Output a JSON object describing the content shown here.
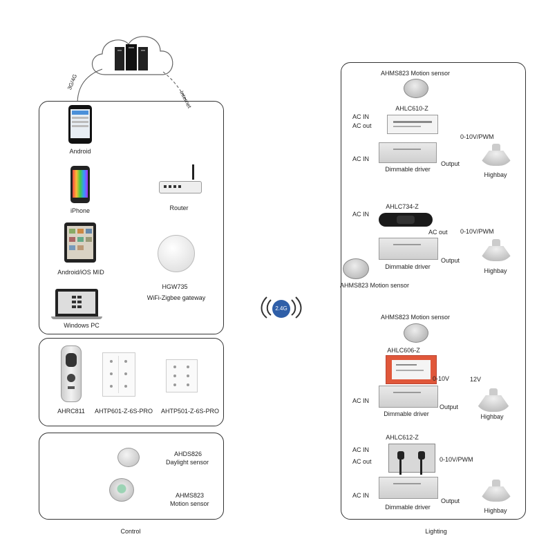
{
  "control": {
    "network_labels": {
      "mobile_link": "3G/4G",
      "internet_link": "Internet"
    },
    "devices": {
      "android": "Android",
      "iphone": "iPhone",
      "tablet": "Android/iOS MID",
      "pc": "Windows PC",
      "router": "Router",
      "gateway_model": "HGW735",
      "gateway_desc": "WiFi-Zigbee gateway"
    },
    "switches": {
      "remote": "AHRC811",
      "panel_6s": "AHTP601-Z-6S-PRO",
      "panel_5s": "AHTP501-Z-6S-PRO"
    },
    "sensors": {
      "daylight_model": "AHDS826",
      "daylight_desc": "Daylight sensor",
      "motion_model": "AHMS823",
      "motion_desc": "Motion sensor"
    },
    "caption": "Control"
  },
  "wireless_badge": "2.4G",
  "lighting": {
    "caption": "Lighting",
    "groups": [
      {
        "sensor": "AHMS823 Motion sensor",
        "controller": "AHLC610-Z",
        "ac_in_top": "AC IN",
        "ac_out": "AC out",
        "ac_in_bottom": "AC IN",
        "signal": "0-10V/PWM",
        "driver": "Dimmable driver",
        "output": "Output",
        "fixture": "Highbay"
      },
      {
        "sensor": "AHMS823 Motion sensor",
        "controller": "AHLC734-Z",
        "ac_in_top": "AC IN",
        "ac_out": "AC out",
        "signal": "0-10V/PWM",
        "driver": "Dimmable driver",
        "output": "Output",
        "fixture": "Highbay"
      },
      {
        "sensor": "AHMS823 Motion sensor",
        "controller": "AHLC606-Z",
        "signal": "0-10V",
        "voltage": "12V",
        "ac_in_bottom": "AC IN",
        "driver": "Dimmable driver",
        "output": "Output",
        "fixture": "Highbay"
      },
      {
        "controller": "AHLC612-Z",
        "ac_in_top": "AC IN",
        "ac_out": "AC out",
        "ac_in_bottom": "AC IN",
        "signal": "0-10V/PWM",
        "driver": "Dimmable driver",
        "output": "Output",
        "fixture": "Highbay"
      }
    ]
  }
}
